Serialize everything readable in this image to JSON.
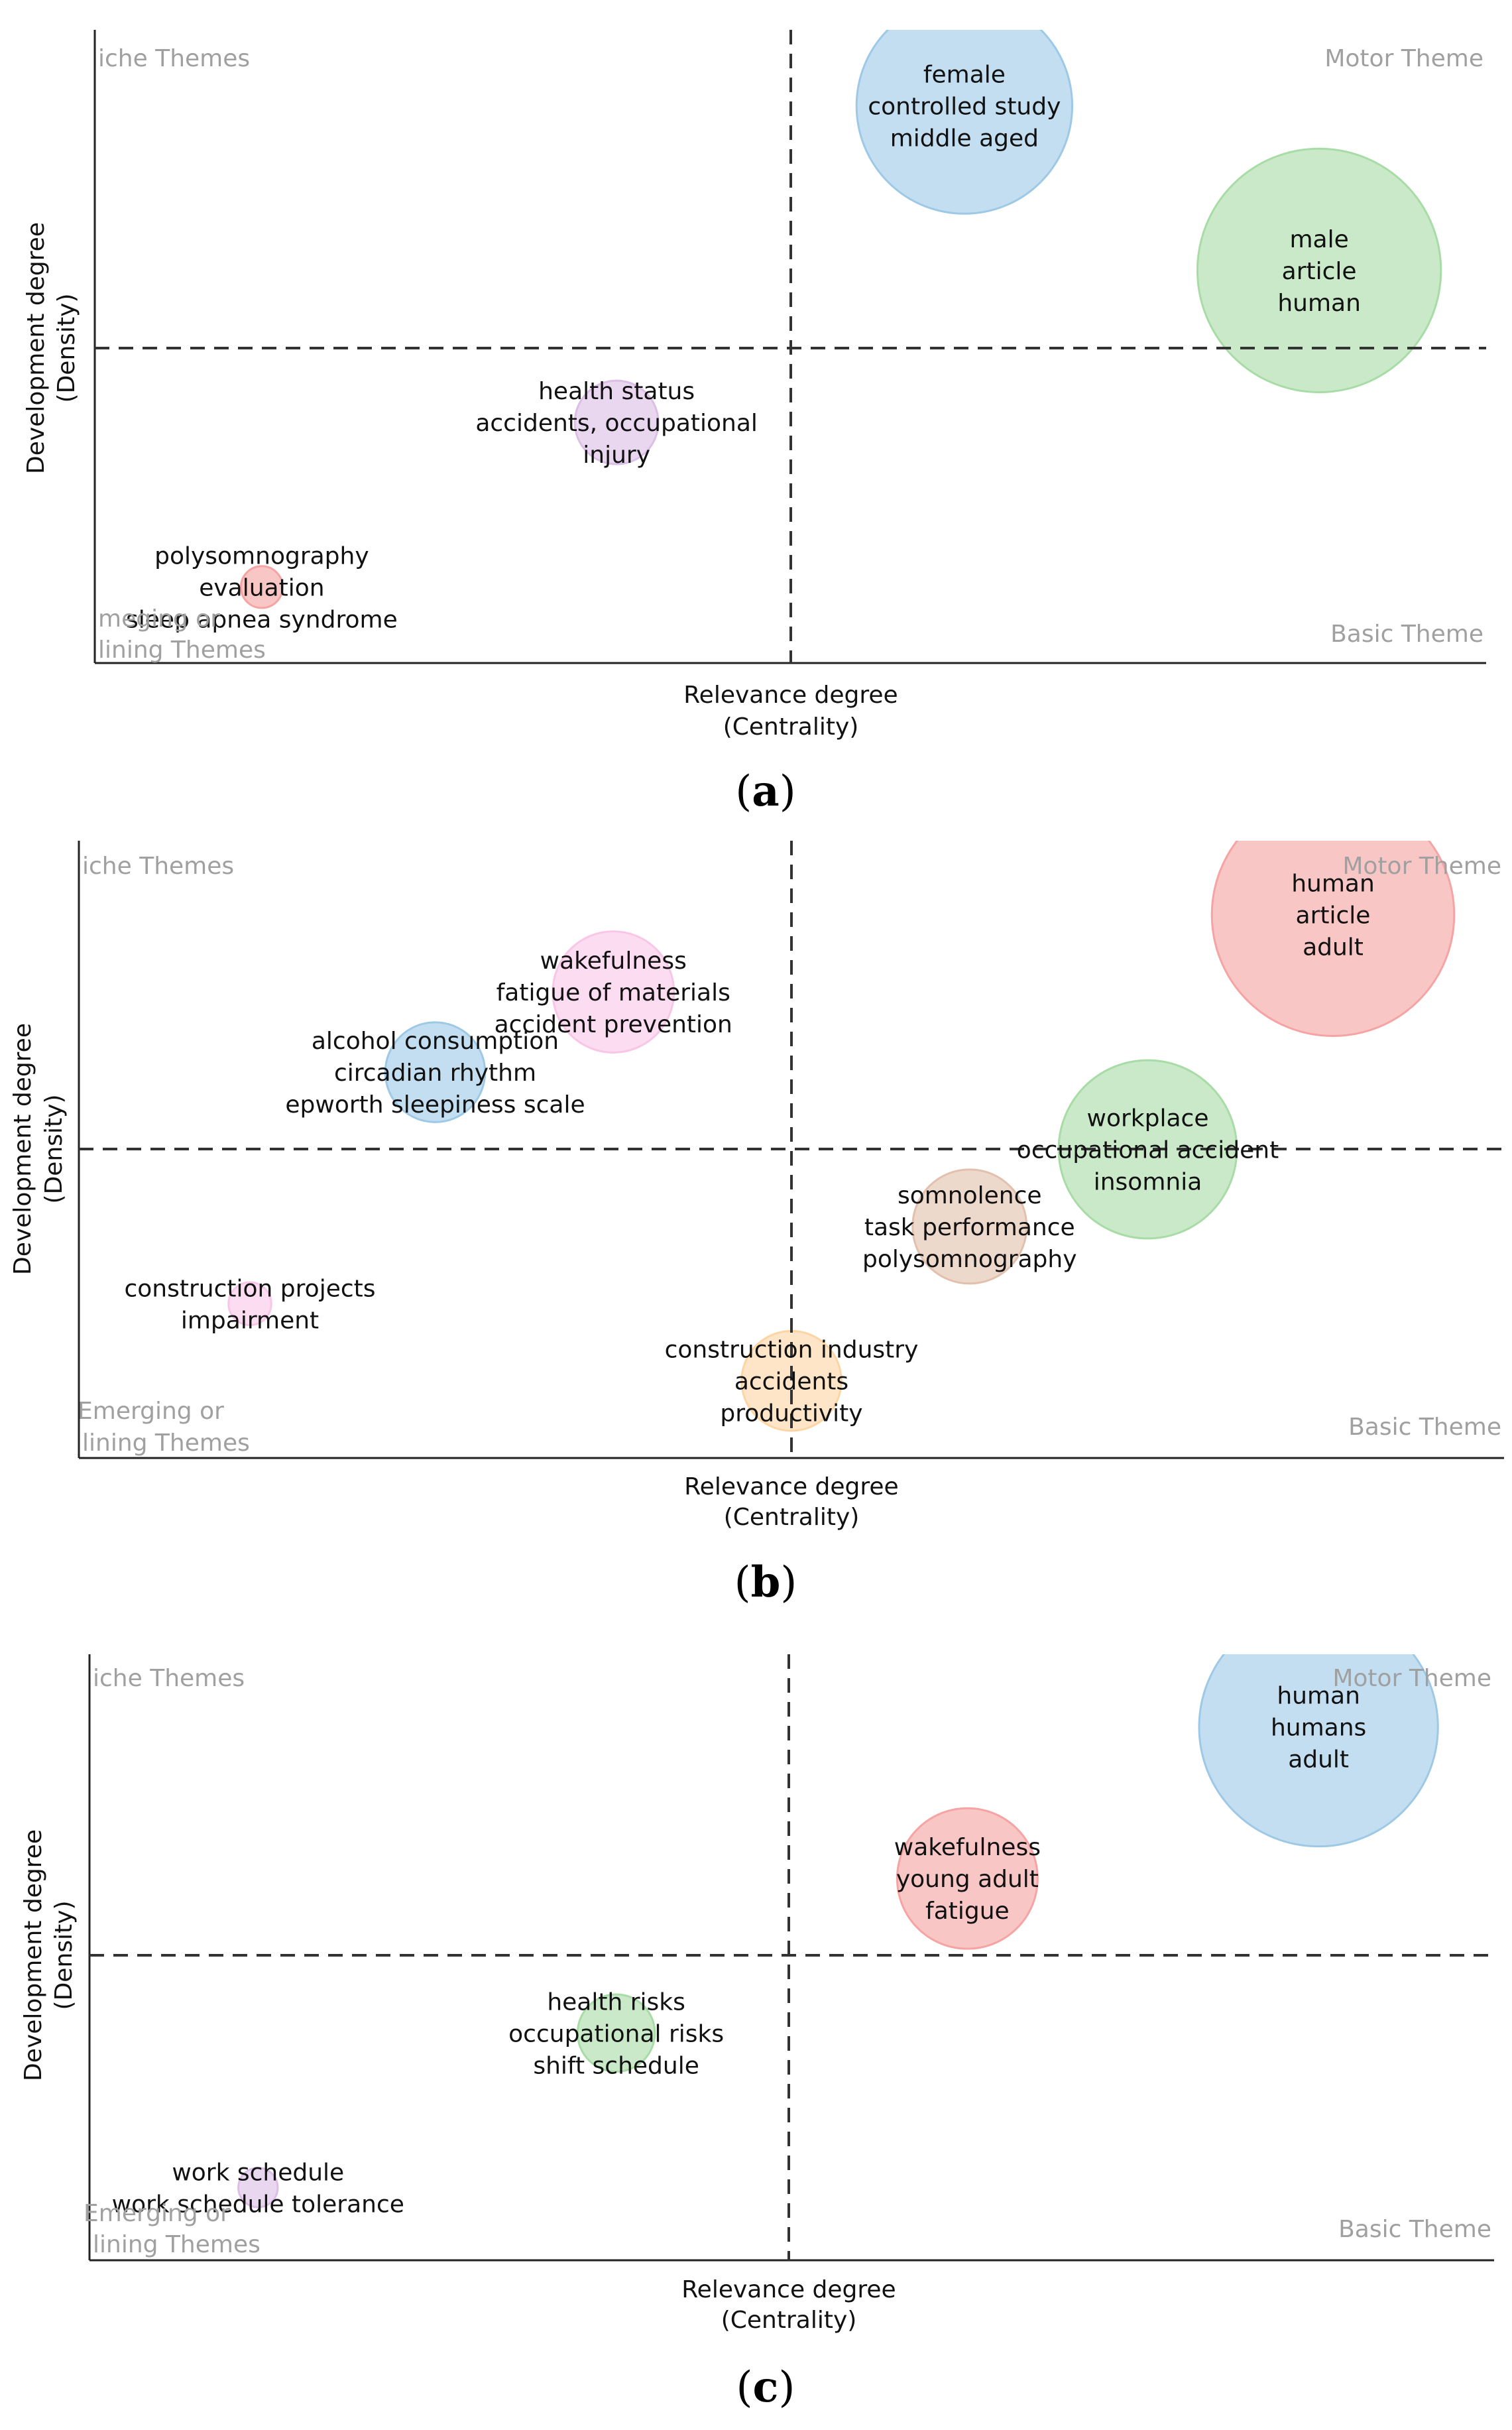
{
  "axes": {
    "xlabel": [
      "Relevance degree",
      "(Centrality)"
    ],
    "ylabel": [
      "Development degree",
      "(Density)"
    ]
  },
  "quadrants": {
    "niche": "iche Themes",
    "motor": "Motor Theme",
    "basic": "Basic Theme",
    "emerging_a": [
      "meging or",
      "lining Themes"
    ],
    "emerging_b": [
      "Emerging or",
      "lining Themes"
    ],
    "emerging_c": [
      "Emerging or",
      "lining Themes"
    ]
  },
  "panels": {
    "a": "a",
    "b": "b",
    "c": "c"
  },
  "colors": {
    "blue": "#9ec9e6",
    "green": "#a8dca6",
    "purple": "#dbbfe6",
    "red": "#f6a3a3",
    "pink": "#f9c6e8",
    "brown": "#e2c0ad",
    "orange": "#fdd5a5"
  },
  "chart_data": [
    {
      "type": "scatter",
      "panel": "a",
      "xlabel": "Relevance degree (Centrality)",
      "ylabel": "Development degree (Density)",
      "xlim": [
        0,
        1
      ],
      "ylim": [
        0,
        1
      ],
      "points": [
        {
          "x": 0.625,
          "y": 0.88,
          "size": 0.155,
          "color": "blue",
          "labels": [
            "female",
            "controlled study",
            "middle aged"
          ]
        },
        {
          "x": 0.88,
          "y": 0.62,
          "size": 0.175,
          "color": "green",
          "labels": [
            "male",
            "article",
            "human"
          ]
        },
        {
          "x": 0.375,
          "y": 0.38,
          "size": 0.06,
          "color": "purple",
          "labels": [
            "health status",
            "accidents, occupational",
            "injury"
          ]
        },
        {
          "x": 0.12,
          "y": 0.12,
          "size": 0.03,
          "color": "red",
          "labels": [
            "polysomnography",
            "evaluation",
            "sleep apnea syndrome"
          ]
        }
      ]
    },
    {
      "type": "scatter",
      "panel": "b",
      "xlabel": "Relevance degree (Centrality)",
      "ylabel": "Development degree (Density)",
      "xlim": [
        0,
        1
      ],
      "ylim": [
        0,
        1
      ],
      "points": [
        {
          "x": 0.88,
          "y": 0.88,
          "size": 0.17,
          "color": "red",
          "labels": [
            "human",
            "article",
            "adult"
          ]
        },
        {
          "x": 0.375,
          "y": 0.755,
          "size": 0.085,
          "color": "pink",
          "labels": [
            "wakefulness",
            "fatigue of materials",
            "accident prevention"
          ]
        },
        {
          "x": 0.25,
          "y": 0.625,
          "size": 0.07,
          "color": "blue",
          "labels": [
            "alcohol consumption",
            "circadian rhythm",
            "epworth sleepiness scale"
          ]
        },
        {
          "x": 0.75,
          "y": 0.5,
          "size": 0.125,
          "color": "green",
          "labels": [
            "workplace",
            "occupational accident",
            "insomnia"
          ]
        },
        {
          "x": 0.625,
          "y": 0.375,
          "size": 0.08,
          "color": "brown",
          "labels": [
            "somnolence",
            "task performance",
            "polysomnography"
          ]
        },
        {
          "x": 0.12,
          "y": 0.25,
          "size": 0.03,
          "color": "pink",
          "labels": [
            "construction projects",
            "impairment"
          ]
        },
        {
          "x": 0.5,
          "y": 0.125,
          "size": 0.07,
          "color": "orange",
          "labels": [
            "construction industry",
            "accidents",
            "productivity"
          ]
        }
      ]
    },
    {
      "type": "scatter",
      "panel": "c",
      "xlabel": "Relevance degree (Centrality)",
      "ylabel": "Development degree (Density)",
      "xlim": [
        0,
        1
      ],
      "ylim": [
        0,
        1
      ],
      "points": [
        {
          "x": 0.875,
          "y": 0.88,
          "size": 0.17,
          "color": "blue",
          "labels": [
            "human",
            "humans",
            "adult"
          ]
        },
        {
          "x": 0.625,
          "y": 0.63,
          "size": 0.1,
          "color": "red",
          "labels": [
            "wakefulness",
            "young adult",
            "fatigue"
          ]
        },
        {
          "x": 0.375,
          "y": 0.375,
          "size": 0.055,
          "color": "green",
          "labels": [
            "health risks",
            "occupational risks",
            "shift schedule"
          ]
        },
        {
          "x": 0.12,
          "y": 0.12,
          "size": 0.028,
          "color": "purple",
          "labels": [
            "work schedule",
            "work schedule tolerance"
          ]
        }
      ]
    }
  ]
}
